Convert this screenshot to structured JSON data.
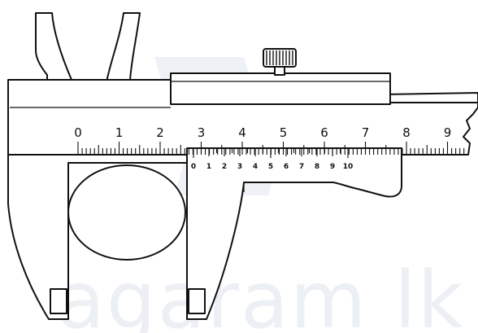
{
  "diagram": {
    "subject": "vernier caliper",
    "main_scale": {
      "labels": [
        "0",
        "1",
        "2",
        "3",
        "4",
        "5",
        "6",
        "7",
        "8",
        "9"
      ],
      "subdivisions_per_unit": 10
    },
    "vernier_scale": {
      "labels": [
        "0",
        "1",
        "2",
        "3",
        "4",
        "5",
        "6",
        "7",
        "8",
        "9",
        "10"
      ],
      "divisions": 10
    },
    "measured_object": "ellipse-object",
    "watermark": "agaram lk"
  }
}
